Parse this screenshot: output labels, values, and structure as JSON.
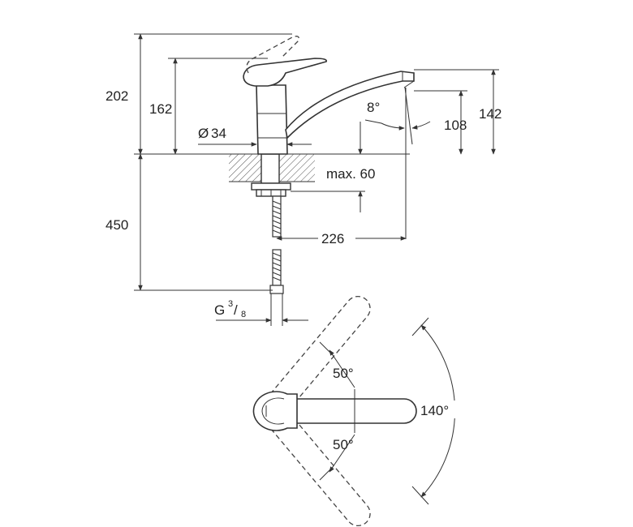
{
  "side_view": {
    "height_total": "202",
    "height_body": "162",
    "height_spout": "142",
    "spout_clearance": "108",
    "spout_angle": "8°",
    "diameter_symbol": "Ø",
    "diameter_value": "34",
    "deck_thickness": "max. 60",
    "hose_length": "450",
    "reach": "226",
    "thread_main": "G",
    "thread_num": "3",
    "thread_den": "8"
  },
  "top_view": {
    "angle_upper": "50°",
    "angle_lower": "50°",
    "angle_total": "140°"
  }
}
